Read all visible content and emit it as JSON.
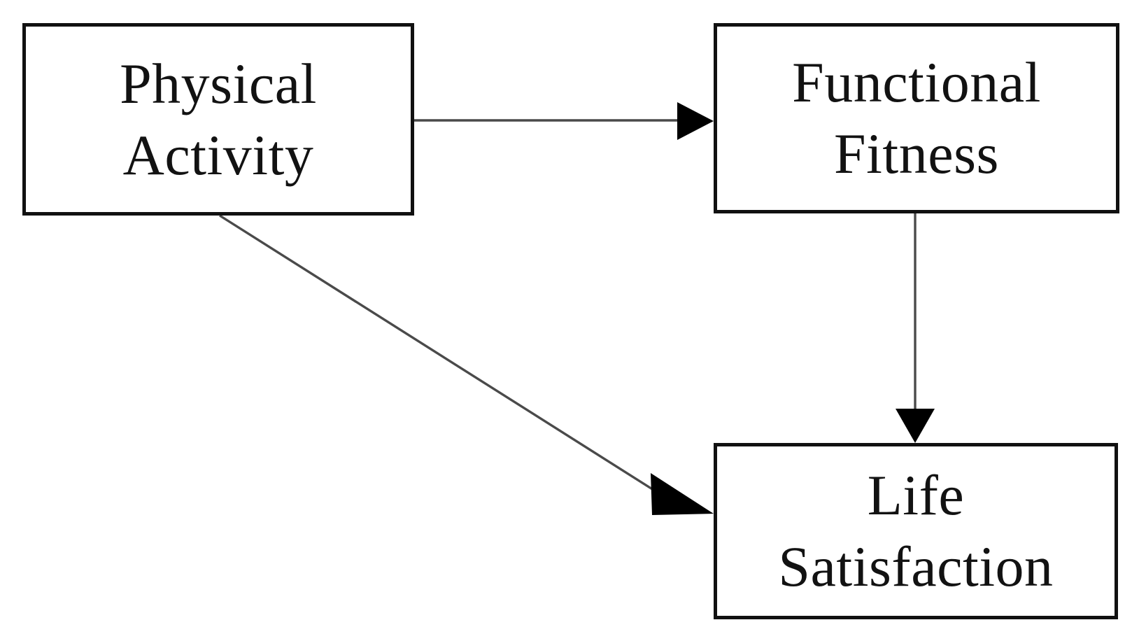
{
  "diagram": {
    "title": "Physical Activity - Functional Fitness - Life Satisfaction mediation model",
    "background_color": "#ffffff",
    "box_border_color": "#111111",
    "edge_color": "#4a4a4a",
    "arrowhead_color": "#000000",
    "nodes": [
      {
        "id": "physical-activity",
        "lines": [
          "Physical",
          "Activity"
        ],
        "line1": "Physical",
        "line2": "Activity"
      },
      {
        "id": "functional-fitness",
        "lines": [
          "Functional",
          "Fitness"
        ],
        "line1": "Functional",
        "line2": "Fitness"
      },
      {
        "id": "life-satisfaction",
        "lines": [
          "Life",
          "Satisfaction"
        ],
        "line1": "Life",
        "line2": "Satisfaction"
      }
    ],
    "edges": [
      {
        "id": "pa-to-ff",
        "from": "physical-activity",
        "to": "functional-fitness",
        "label": "",
        "orientation": "horizontal"
      },
      {
        "id": "ff-to-ls",
        "from": "functional-fitness",
        "to": "life-satisfaction",
        "label": "",
        "orientation": "vertical"
      },
      {
        "id": "pa-to-ls",
        "from": "physical-activity",
        "to": "life-satisfaction",
        "label": "",
        "orientation": "diagonal"
      }
    ]
  }
}
